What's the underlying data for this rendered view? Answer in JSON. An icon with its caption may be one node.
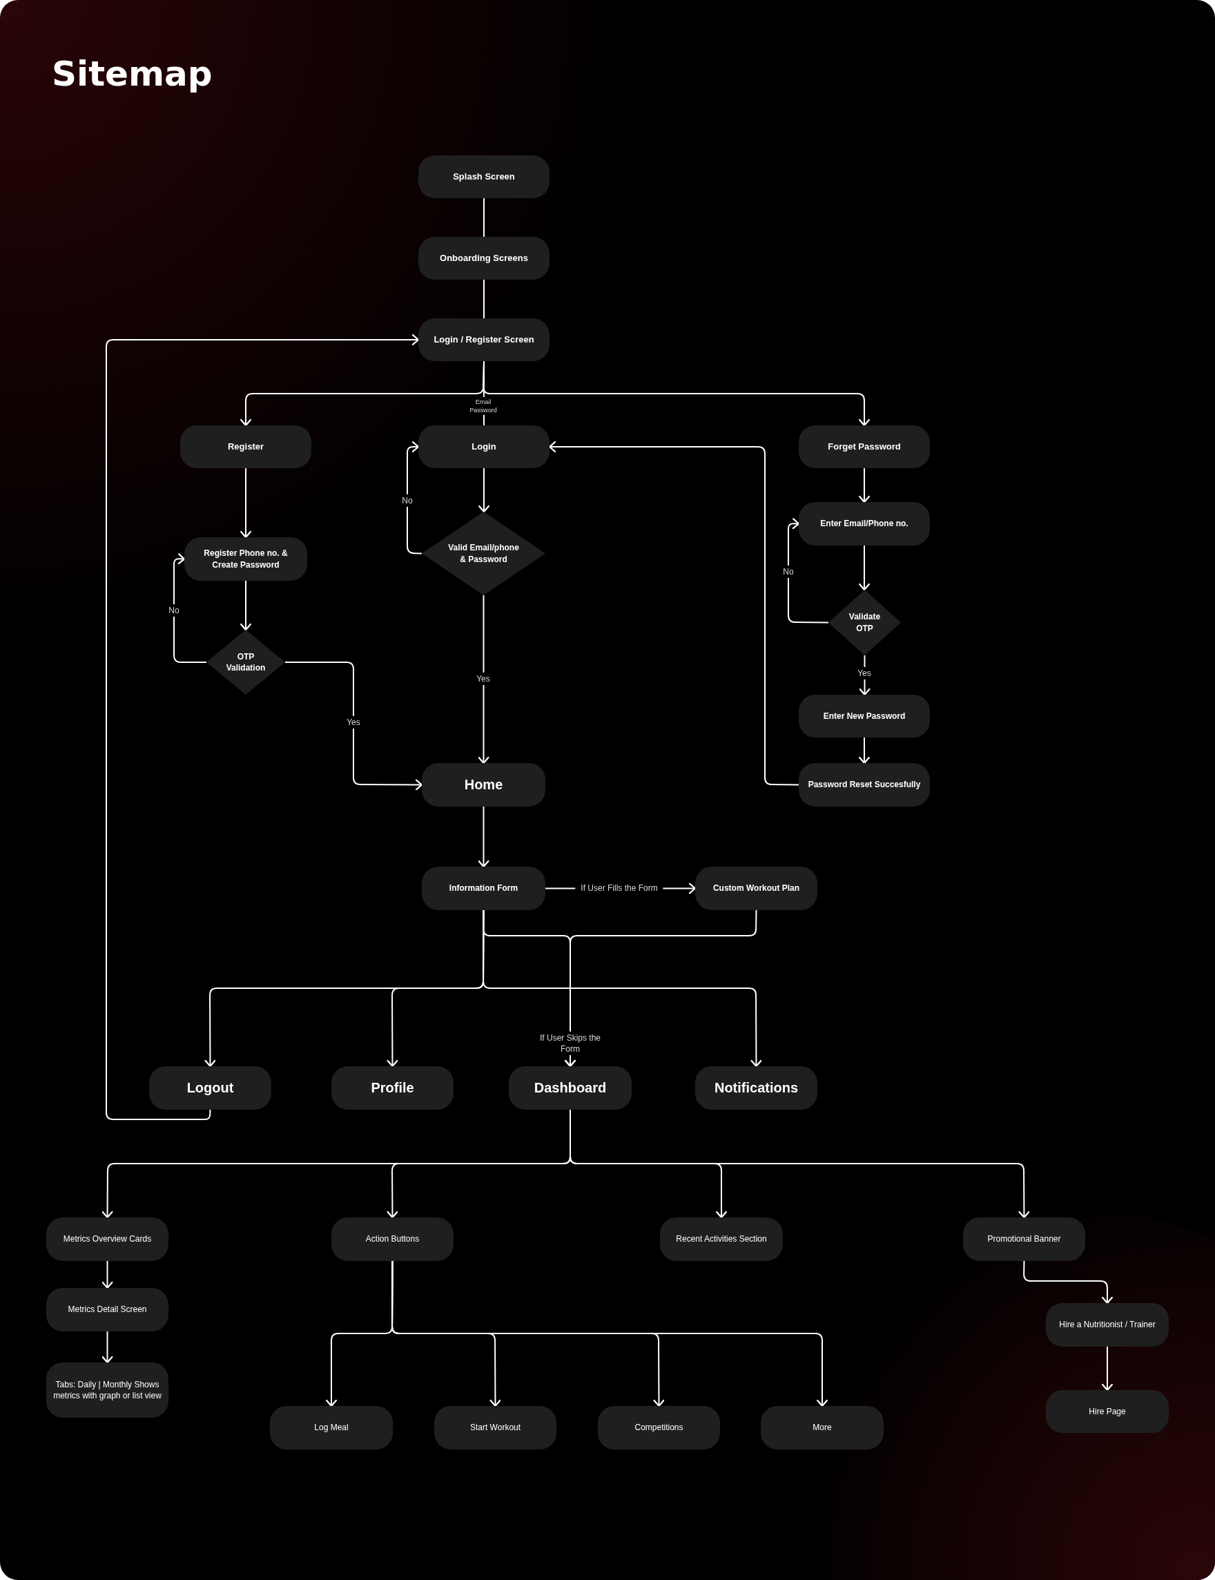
{
  "diagram": {
    "title": "Sitemap",
    "nodes": [
      {
        "text": [
          "Splash Screen"
        ]
      },
      {
        "text": [
          "Onboarding Screens"
        ]
      },
      {
        "text": [
          "Login / Register Screen"
        ]
      },
      {
        "text": [
          "Register"
        ]
      },
      {
        "text": [
          "Login"
        ]
      },
      {
        "text": [
          "Forget Password"
        ]
      },
      {
        "text": [
          "Register Phone no. & Create Password"
        ]
      },
      {
        "text": [
          "Valid Email/phone & Password"
        ]
      },
      {
        "text": [
          "Enter Email/Phone no."
        ]
      },
      {
        "text": [
          "Validate OTP"
        ]
      },
      {
        "text": [
          "OTP Validation"
        ]
      },
      {
        "text": [
          "Enter New Password"
        ]
      },
      {
        "text": [
          "Home"
        ]
      },
      {
        "text": [
          "Password Reset Succesfully"
        ]
      },
      {
        "text": [
          "Information Form"
        ]
      },
      {
        "text": [
          "Custom Workout Plan"
        ]
      },
      {
        "text": [
          "Logout"
        ]
      },
      {
        "text": [
          "Profile"
        ]
      },
      {
        "text": [
          "Dashboard"
        ]
      },
      {
        "text": [
          "Notifications"
        ]
      },
      {
        "text": [
          "Metrics Overview Cards"
        ]
      },
      {
        "text": [
          "Action Buttons"
        ]
      },
      {
        "text": [
          "Recent Activities Section"
        ]
      },
      {
        "text": [
          "Promotional Banner"
        ]
      },
      {
        "text": [
          "Metrics Detail Screen"
        ]
      },
      {
        "text": [
          "Hire a Nutritionist / Trainer"
        ]
      },
      {
        "text": [
          "Tabs: Daily | Monthly Shows metrics with graph or list view"
        ]
      },
      {
        "text": [
          "Hire Page"
        ]
      },
      {
        "text": [
          "Log Meal"
        ]
      },
      {
        "text": [
          "Start Workout"
        ]
      },
      {
        "text": [
          "Competitions"
        ]
      },
      {
        "text": [
          "More"
        ]
      }
    ],
    "edges": [
      {
        "from": 0,
        "to": 1,
        "arrow": "none"
      },
      {
        "from": 1,
        "to": 2,
        "arrow": "none"
      },
      {
        "from": 2,
        "to": 3,
        "arrow": "to"
      },
      {
        "from": 2,
        "to": 4,
        "arrow": "none",
        "label": "Email Password"
      },
      {
        "from": 2,
        "to": 5,
        "arrow": "to"
      },
      {
        "from": 3,
        "to": 6,
        "arrow": "to"
      },
      {
        "from": 4,
        "to": 7,
        "arrow": "to"
      },
      {
        "from": 7,
        "to": 4,
        "arrow": "to",
        "label": "No"
      },
      {
        "from": 7,
        "to": 12,
        "arrow": "to",
        "label": "Yes"
      },
      {
        "from": 6,
        "to": 10,
        "arrow": "to"
      },
      {
        "from": 10,
        "to": 6,
        "arrow": "to",
        "label": "No"
      },
      {
        "from": 10,
        "to": 12,
        "arrow": "to",
        "label": "Yes"
      },
      {
        "from": 5,
        "to": 8,
        "arrow": "to"
      },
      {
        "from": 8,
        "to": 9,
        "arrow": "to"
      },
      {
        "from": 9,
        "to": 8,
        "arrow": "to",
        "label": "No"
      },
      {
        "from": 9,
        "to": 11,
        "arrow": "to",
        "label": "Yes"
      },
      {
        "from": 11,
        "to": 13,
        "arrow": "to"
      },
      {
        "from": 13,
        "to": 4,
        "arrow": "to"
      },
      {
        "from": 12,
        "to": 14,
        "arrow": "to"
      },
      {
        "from": 14,
        "to": 15,
        "arrow": "to",
        "label": "If User Fills the Form"
      },
      {
        "from": 14,
        "to": 16,
        "arrow": "to"
      },
      {
        "from": 14,
        "to": 17,
        "arrow": "to"
      },
      {
        "from": 14,
        "to": 18,
        "arrow": "to",
        "label": "If User Skips the Form"
      },
      {
        "from": 15,
        "to": 18,
        "arrow": "to"
      },
      {
        "from": 14,
        "to": 19,
        "arrow": "to"
      },
      {
        "from": 16,
        "to": 2,
        "arrow": "to"
      },
      {
        "from": 18,
        "to": 20,
        "arrow": "to"
      },
      {
        "from": 18,
        "to": 21,
        "arrow": "to"
      },
      {
        "from": 18,
        "to": 22,
        "arrow": "to"
      },
      {
        "from": 18,
        "to": 23,
        "arrow": "to"
      },
      {
        "from": 20,
        "to": 24,
        "arrow": "to"
      },
      {
        "from": 24,
        "to": 26,
        "arrow": "to"
      },
      {
        "from": 21,
        "to": 28,
        "arrow": "to"
      },
      {
        "from": 21,
        "to": 29,
        "arrow": "to"
      },
      {
        "from": 21,
        "to": 30,
        "arrow": "to"
      },
      {
        "from": 21,
        "to": 31,
        "arrow": "to"
      },
      {
        "from": 23,
        "to": 25,
        "arrow": "to"
      },
      {
        "from": 25,
        "to": 27,
        "arrow": "to"
      }
    ]
  }
}
